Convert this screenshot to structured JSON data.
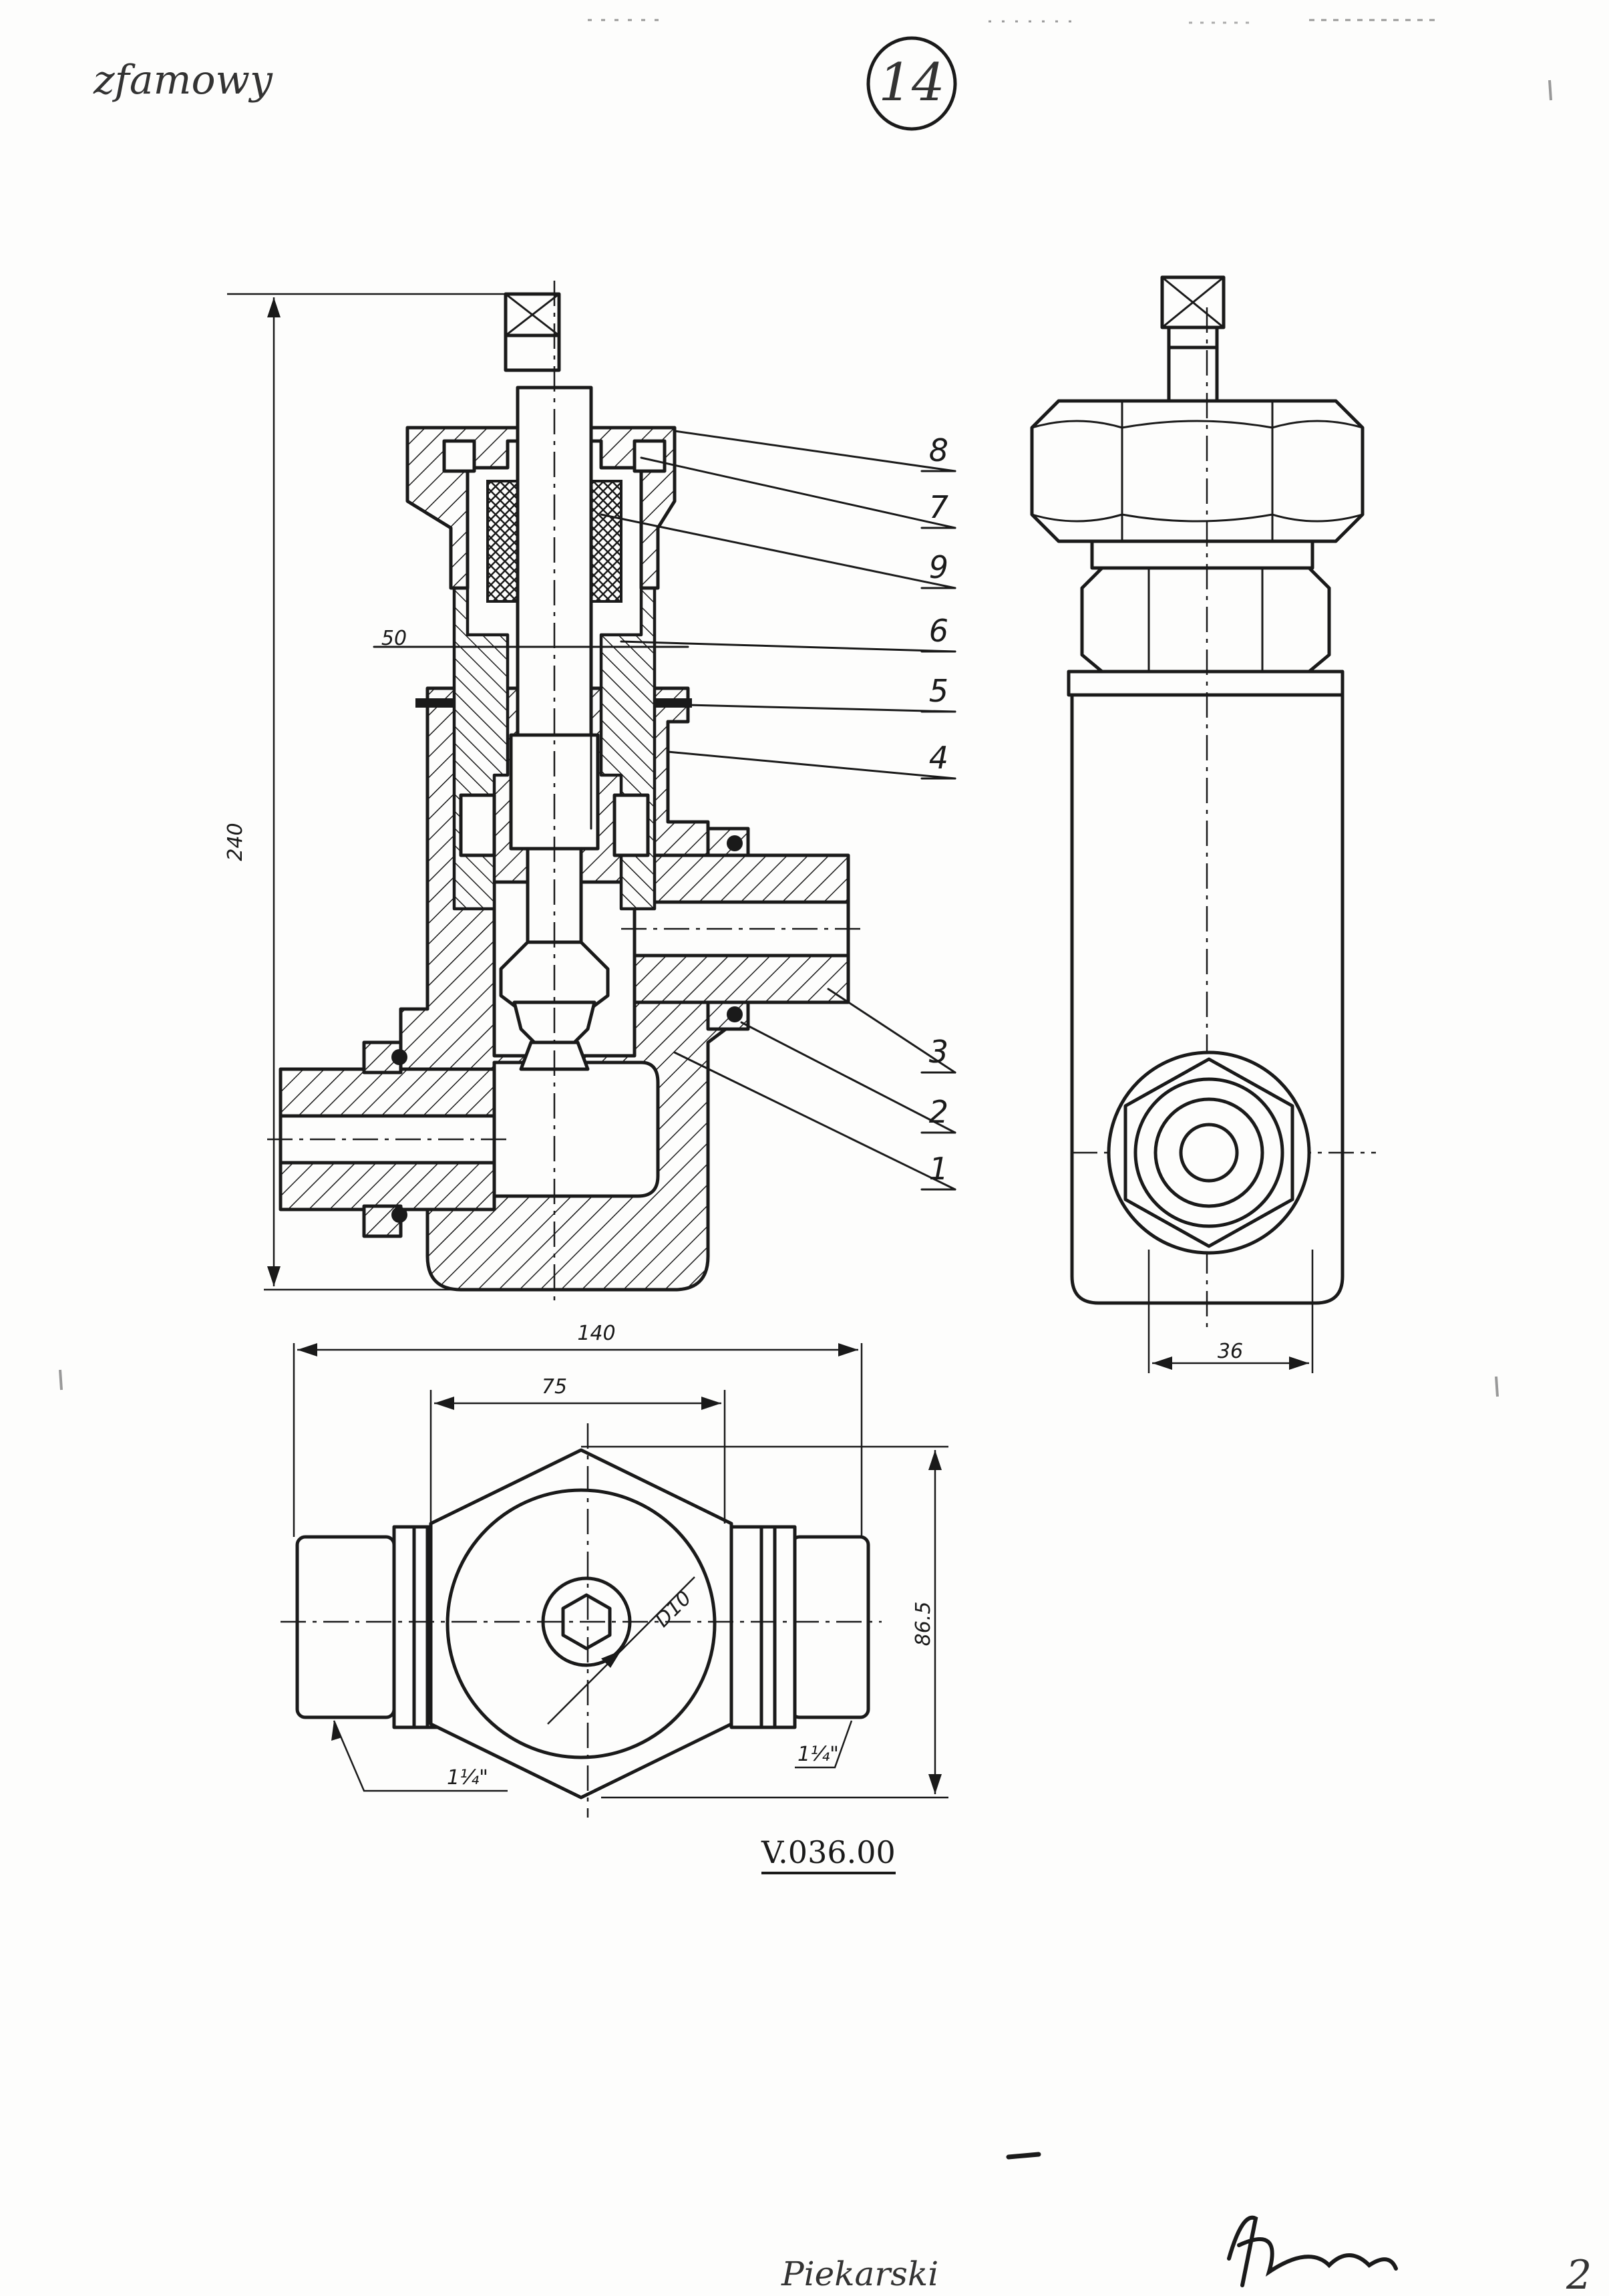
{
  "sheet": {
    "handwritten_note": "zfamowy",
    "page_number": "14",
    "drawing_number": "V.036.00",
    "signature_name": "Piekarski",
    "corner_mark": "2"
  },
  "section_view": {
    "part_labels": [
      "8",
      "7",
      "9",
      "6",
      "5",
      "4",
      "3",
      "2",
      "1"
    ],
    "dim_height": "240",
    "dim_level": "50"
  },
  "side_view": {
    "dim_width": "36"
  },
  "top_view": {
    "dim_overall": "140",
    "dim_body": "75",
    "dim_height": "86.5",
    "dim_bore": "D10",
    "thread_left": "1¼\"",
    "thread_right": "1¼\""
  },
  "colors": {
    "ink": "#1a1a1a",
    "paper": "#fdfdfc"
  }
}
